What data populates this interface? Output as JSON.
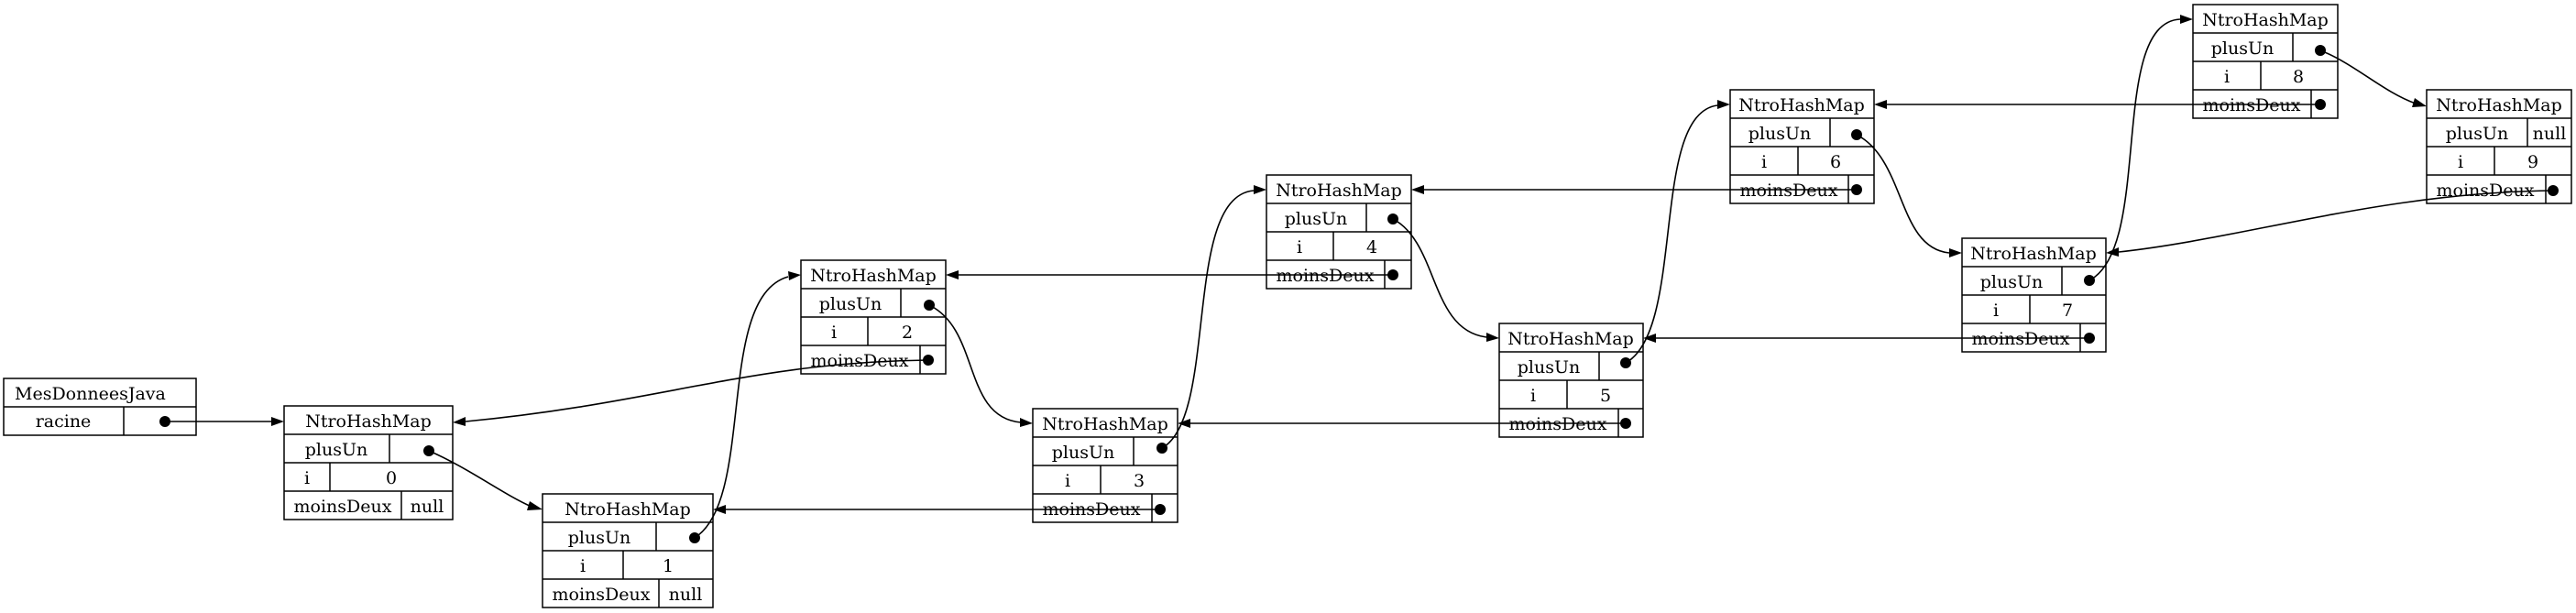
{
  "root": {
    "title": "MesDonneesJava",
    "field": "racine"
  },
  "nodes": [
    {
      "title": "NtroHashMap",
      "plusUn_label": "plusUn",
      "plusUn": "",
      "i_label": "i",
      "i": "0",
      "moinsDeux_label": "moinsDeux",
      "moinsDeux": "null"
    },
    {
      "title": "NtroHashMap",
      "plusUn_label": "plusUn",
      "plusUn": "",
      "i_label": "i",
      "i": "1",
      "moinsDeux_label": "moinsDeux",
      "moinsDeux": "null"
    },
    {
      "title": "NtroHashMap",
      "plusUn_label": "plusUn",
      "plusUn": "",
      "i_label": "i",
      "i": "2",
      "moinsDeux_label": "moinsDeux",
      "moinsDeux": ""
    },
    {
      "title": "NtroHashMap",
      "plusUn_label": "plusUn",
      "plusUn": "",
      "i_label": "i",
      "i": "3",
      "moinsDeux_label": "moinsDeux",
      "moinsDeux": ""
    },
    {
      "title": "NtroHashMap",
      "plusUn_label": "plusUn",
      "plusUn": "",
      "i_label": "i",
      "i": "4",
      "moinsDeux_label": "moinsDeux",
      "moinsDeux": ""
    },
    {
      "title": "NtroHashMap",
      "plusUn_label": "plusUn",
      "plusUn": "",
      "i_label": "i",
      "i": "5",
      "moinsDeux_label": "moinsDeux",
      "moinsDeux": ""
    },
    {
      "title": "NtroHashMap",
      "plusUn_label": "plusUn",
      "plusUn": "",
      "i_label": "i",
      "i": "6",
      "moinsDeux_label": "moinsDeux",
      "moinsDeux": ""
    },
    {
      "title": "NtroHashMap",
      "plusUn_label": "plusUn",
      "plusUn": "",
      "i_label": "i",
      "i": "7",
      "moinsDeux_label": "moinsDeux",
      "moinsDeux": ""
    },
    {
      "title": "NtroHashMap",
      "plusUn_label": "plusUn",
      "plusUn": "",
      "i_label": "i",
      "i": "8",
      "moinsDeux_label": "moinsDeux",
      "moinsDeux": ""
    },
    {
      "title": "NtroHashMap",
      "plusUn_label": "plusUn",
      "plusUn": "null",
      "i_label": "i",
      "i": "9",
      "moinsDeux_label": "moinsDeux",
      "moinsDeux": ""
    }
  ]
}
